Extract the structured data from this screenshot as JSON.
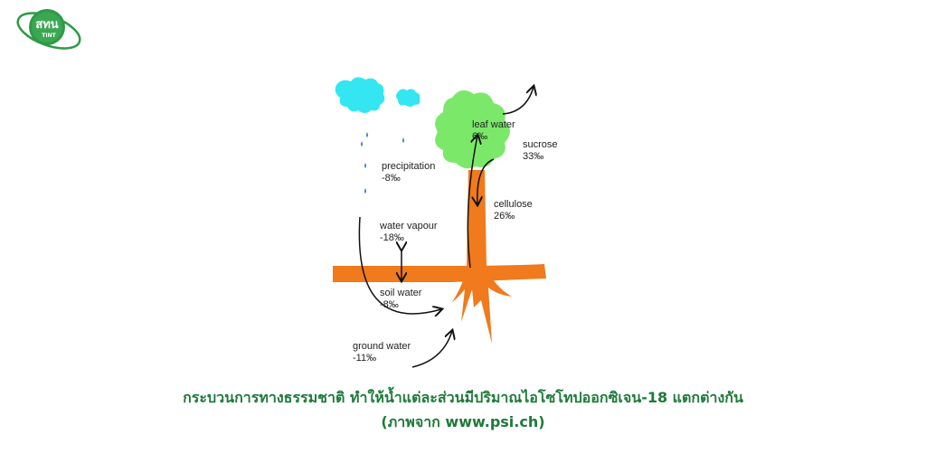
{
  "logo": {
    "line1": "สทน",
    "line2": "TINT",
    "colors": {
      "green": "#2e9a46",
      "dark": "#1d6f2f",
      "orbit": "#2e9a46"
    }
  },
  "diagram": {
    "labels": {
      "leaf_water": {
        "name": "leaf water",
        "value": "6‰"
      },
      "sucrose": {
        "name": "sucrose",
        "value": "33‰"
      },
      "cellulose": {
        "name": "cellulose",
        "value": "26‰"
      },
      "precipitation": {
        "name": "precipitation",
        "value": "-8‰"
      },
      "water_vapour": {
        "name": "water vapour",
        "value": "-18‰"
      },
      "soil_water": {
        "name": "soil water",
        "value": "-8‰"
      },
      "ground_water": {
        "name": "ground water",
        "value": "-11‰"
      }
    },
    "colors": {
      "cloud": "#33e6f2",
      "rain": "#3b7fd4",
      "leaves": "#7be86a",
      "trunk": "#f07a1c",
      "soil": "#f07a1c",
      "arrow": "#111111"
    }
  },
  "caption": {
    "line1": "กระบวนการทางธรรมชาติ ทำให้น้ำแต่ละส่วนมีปริมาณไอโซโทปออกซิเจน-18 แตกต่างกัน",
    "line2": "(ภาพจาก www.psi.ch)"
  }
}
